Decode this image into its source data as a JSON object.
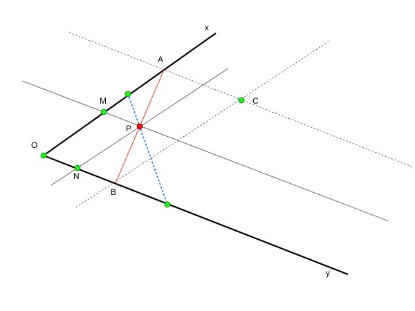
{
  "labels": {
    "x": "x",
    "y": "y",
    "O": "O",
    "A": "A",
    "B": "B",
    "C": "C",
    "M": "M",
    "N": "N",
    "P": "P"
  },
  "colors": {
    "point": "#22ee22",
    "point_special": "#ee1111",
    "segment": "#e0402a",
    "dotted": "#2a7fe0"
  }
}
